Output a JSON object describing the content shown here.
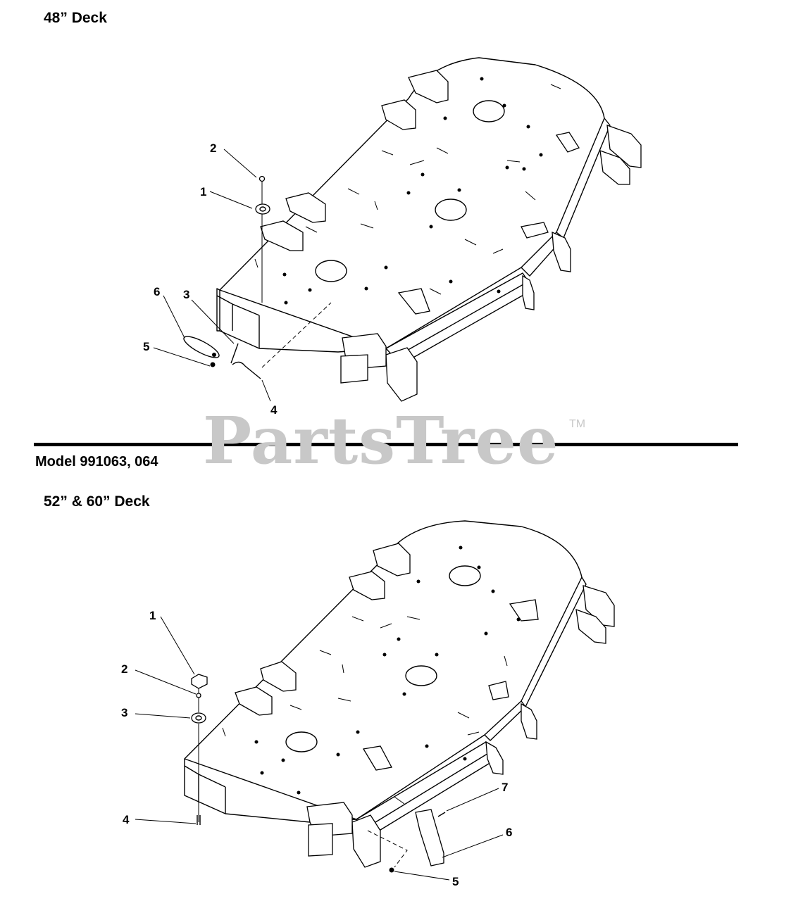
{
  "headings": {
    "top_deck": "48” Deck",
    "model": "Model 991063, 064",
    "bottom_deck": "52” & 60” Deck"
  },
  "watermark": {
    "text": "PartsTree",
    "tm": "TM"
  },
  "callouts_top": [
    "1",
    "2",
    "3",
    "4",
    "5",
    "6"
  ],
  "callouts_bottom": [
    "1",
    "2",
    "3",
    "4",
    "5",
    "6",
    "7"
  ]
}
